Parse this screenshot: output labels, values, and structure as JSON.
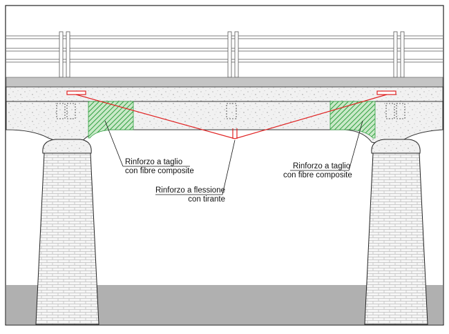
{
  "annotations": {
    "shear_left": {
      "line1": "Rinforzo a taglio",
      "line2": "con fibre composite"
    },
    "flexure_center": {
      "line1": "Rinforzo a flessione",
      "line2": "con tirante"
    },
    "shear_right": {
      "line1": "Rinforzo a taglio",
      "line2": "con fibre composite"
    }
  },
  "colors": {
    "tie_rod": "#e02020",
    "fiber_hatch": "#2e9e3e",
    "road_band": "#c4c4c4",
    "ground_band": "#b0b0b0",
    "outline": "#222222"
  }
}
